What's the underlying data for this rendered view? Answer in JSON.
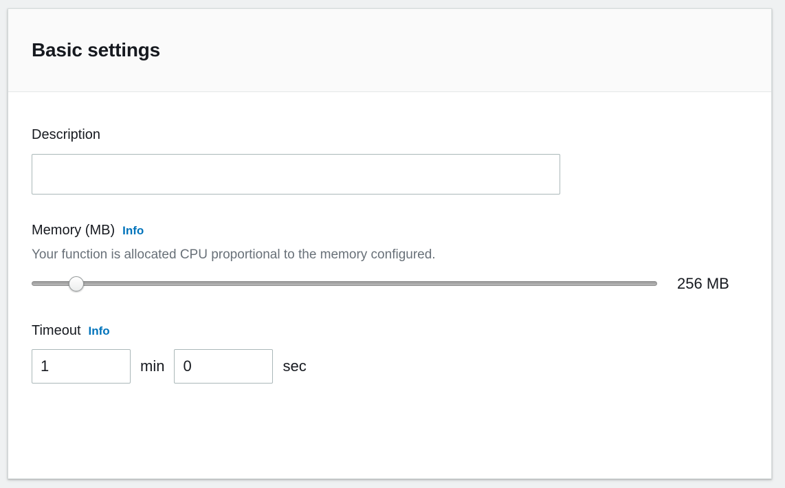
{
  "card": {
    "title": "Basic settings"
  },
  "description_field": {
    "label": "Description",
    "value": "",
    "placeholder": ""
  },
  "memory_field": {
    "label": "Memory (MB)",
    "info_label": "Info",
    "hint": "Your function is allocated CPU proportional to the memory configured.",
    "value_label": "256 MB",
    "slider": {
      "min": "128",
      "max": "10240",
      "value": "256",
      "step": "64",
      "fill_percent": 6
    }
  },
  "timeout_field": {
    "label": "Timeout",
    "info_label": "Info",
    "minutes_value": "1",
    "minutes_unit": "min",
    "seconds_value": "0",
    "seconds_unit": "sec"
  },
  "colors": {
    "accent_link": "#0073bb",
    "text_primary": "#16191f",
    "text_secondary": "#687078",
    "input_border": "#aab7b8",
    "card_border": "#d5dbdb",
    "header_bg": "#fafafa",
    "page_bg": "#eff1f2"
  }
}
